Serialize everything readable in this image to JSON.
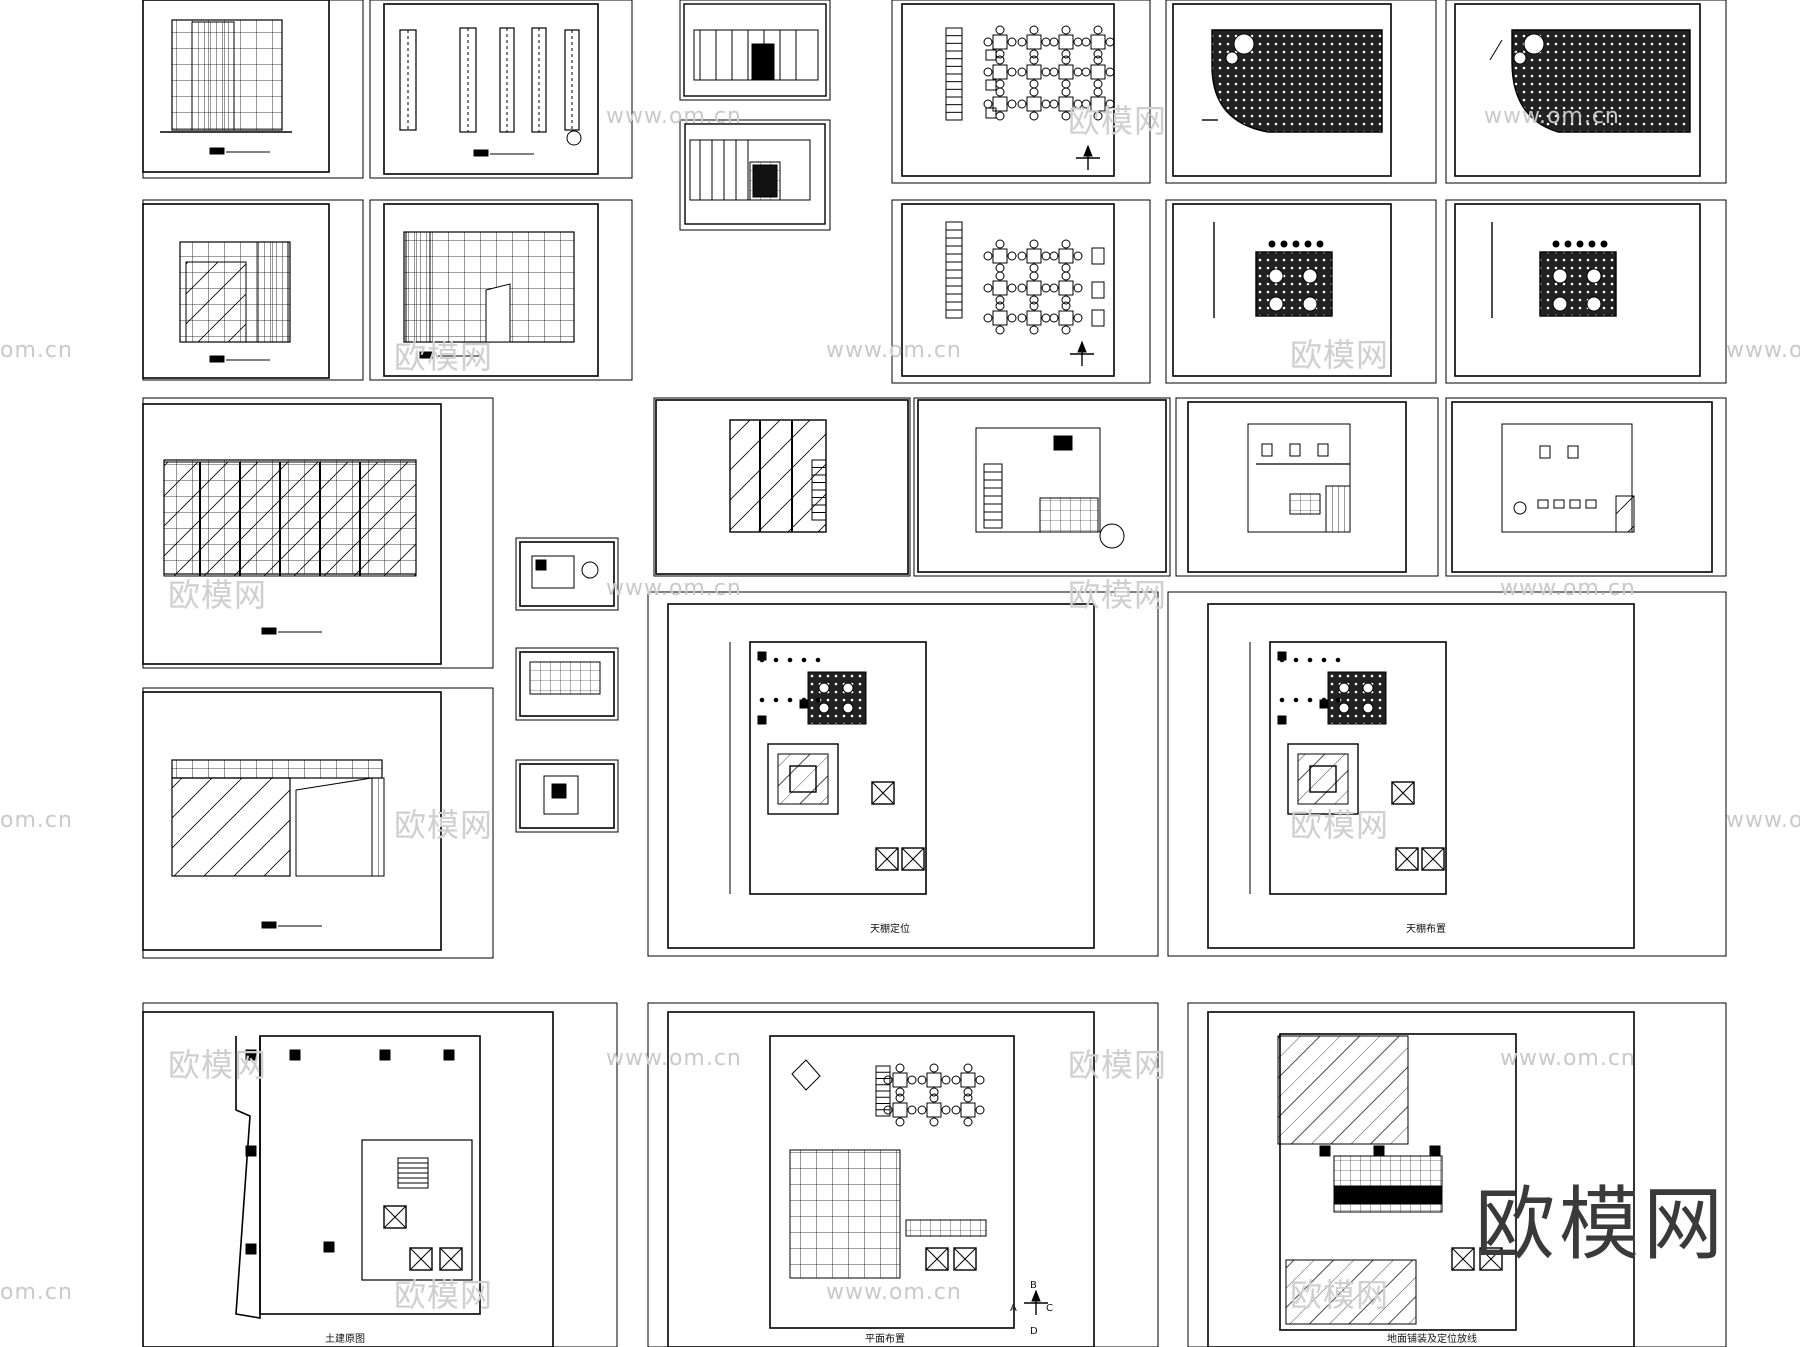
{
  "titles": {
    "ceiling_position": "天棚定位",
    "ceiling_layout": "天棚布置",
    "civil_plan": "土建原图",
    "floor_plan": "平面布置",
    "floor_tile": "地面铺装及定位放线"
  },
  "watermarks": {
    "url_text": "www.om.cn",
    "url_tail": "om.cn",
    "brand_text": "欧模网"
  },
  "logo": {
    "text": "欧模网"
  },
  "compass": {
    "letters": [
      "A",
      "B",
      "C",
      "D"
    ]
  },
  "colors": {
    "line": "#000000",
    "watermark": "#c9c9c9",
    "background": "#ffffff"
  }
}
